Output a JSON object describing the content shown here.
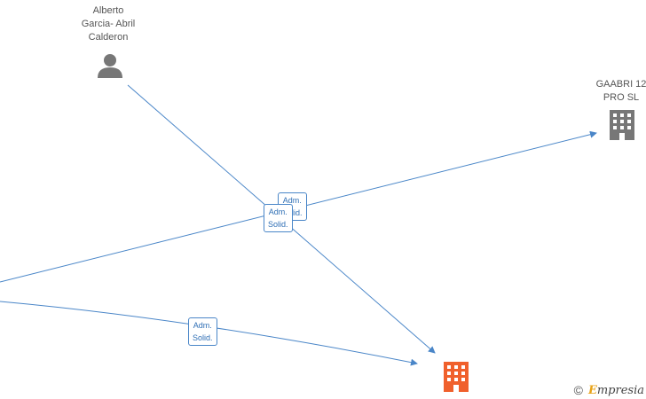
{
  "nodes": {
    "person": {
      "label": "Alberto\nGarcia- Abril\nCalderon",
      "icon": "person-icon"
    },
    "company_top": {
      "label": "GAABRI 12\nPRO  SL",
      "icon": "building-icon"
    },
    "company_bottom": {
      "label": "",
      "icon": "building-icon-highlighted"
    }
  },
  "edges": {
    "e1": {
      "label": "Adm.\nSolid."
    },
    "e2": {
      "label": "Adm.\nSolid."
    },
    "e3": {
      "label": "Adm.\nSolid."
    }
  },
  "colors": {
    "edge": "#4a86c8",
    "icon_gray": "#777777",
    "icon_highlight": "#f0602c"
  },
  "watermark": {
    "symbol": "©",
    "brand_initial": "E",
    "brand_rest": "mpresia"
  }
}
